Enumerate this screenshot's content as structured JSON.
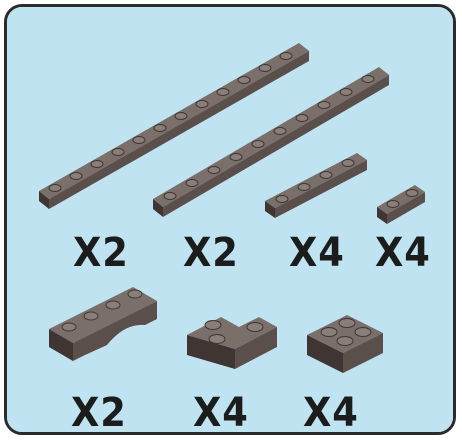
{
  "colors": {
    "panel_background": "#bfe3f1",
    "panel_border": "#2b2b2b",
    "brick_top": "#7b6f6a",
    "brick_side": "#5a4f4b",
    "brick_dark": "#3f3634",
    "stud": "#8a7e78"
  },
  "parts": [
    {
      "icon": "long-plate-icon",
      "quantity": "X2"
    },
    {
      "icon": "medium-plate-icon",
      "quantity": "X2"
    },
    {
      "icon": "short-plate-icon",
      "quantity": "X4"
    },
    {
      "icon": "tiny-plate-icon",
      "quantity": "X4"
    },
    {
      "icon": "arch-brick-icon",
      "quantity": "X2"
    },
    {
      "icon": "corner-brick-icon",
      "quantity": "X4"
    },
    {
      "icon": "square-brick-icon",
      "quantity": "X4"
    }
  ]
}
